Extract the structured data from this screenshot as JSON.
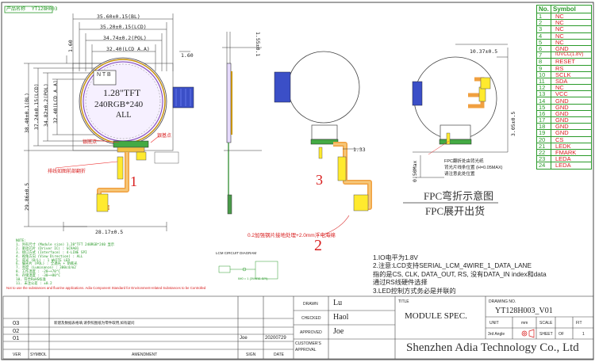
{
  "header": {
    "tag_left": "产品名称",
    "tag_right": "YT128H003"
  },
  "front_view": {
    "dim_top_1": "35.60±0.15(BL)",
    "dim_top_2": "35.20±0.15(LCD)",
    "dim_top_3": "34.74±0.2(POL)",
    "dim_top_4": "32.40(LCD A.A)",
    "dim_left_1": "38.40±0.1(BL)",
    "dim_left_2": "37.24±0.15(LCD)",
    "dim_left_3": "34.82±0.2(POL)",
    "dim_left_4": "32.40(LCD A.A)",
    "dim_160_a": "1.60",
    "dim_160_b": "1.60",
    "center_1": "1.28\"TFT",
    "center_2": "240RGB*240",
    "center_3": "ALL",
    "label_ntb": "N T B",
    "label_bent": "银底点",
    "label_pin1": "银基点",
    "label_fpc_note": "排线如图前部翻折",
    "dim_fpc_len": "29.86±0.5",
    "dim_fpc_width": "28.17±0.5",
    "marker": "1"
  },
  "side_view": {
    "dim_top": "1.55±0.1",
    "dim_133": "1.33",
    "marker": "3"
  },
  "right_view": {
    "dim_top": "10.37±0.5",
    "dim_side": "3.05±0.5",
    "dim_bottom": "0.50Max",
    "note_1": "FPC翻折处由背光纸",
    "note_2": "背光片线条位置 (H=0.05MAX)",
    "note_3": "请注意此处位置"
  },
  "bend_title": "FPC弯折示意图",
  "bend_subtitle": "FPC展开出货",
  "stiffener_note": "0.2加强钢片接地处理+2.0mm浮电海绵",
  "marker_2": "2",
  "lcm_circuit": {
    "title": "LCM CIRCUIT DIAGRAM",
    "line": "IM0 = 1 (3WIRE SPI)"
  },
  "notes_left": [
    "NOTE:",
    "1. 外形尺寸 (Module size) 1.28\"TFT 240RGB*240 显示",
    "2. 驱动芯片 (Driver IC) : GC9A01",
    "3. 接口方式 (Interface) : 4-LINE SPI",
    "4. 视角方向 (View Direction) : ALL",
    "5. 背光 (B/L) : 1 WHITE LED",
    "6. 偏光片 (POL) : 全透光 + 防眩光",
    "7. 亮度 (Luminance) : 300cd/m2",
    "8. 工作温度 : -20~+70°C",
    "9. 存储温度 : -30~+80°C",
    "10. 符合RoHS标准",
    "11. 未注公差 : ±0.2"
  ],
  "note_red": "Not to use the substances and fluorine applications. Adia Component Standard for Environment-related Substances to be Controlled",
  "notes_right": [
    "1.IO电平为1.8V",
    "2.注意:LCD支持SERIAL_LCM_4WIRE_1_DATA_LANE",
    "指的是CS, CLK, DATA_OUT, RS, 没有DATA_IN index和data",
    "通过RS线硬件选择",
    "3.LED控制方式务必是并联的"
  ],
  "pin_table": {
    "header_no": "No.",
    "header_symbol": "Symbol",
    "pins": [
      {
        "no": "1",
        "sym": "NC"
      },
      {
        "no": "2",
        "sym": "NC"
      },
      {
        "no": "3",
        "sym": "NC"
      },
      {
        "no": "4",
        "sym": "NC"
      },
      {
        "no": "5",
        "sym": "NC"
      },
      {
        "no": "6",
        "sym": "GND"
      },
      {
        "no": "7",
        "sym": "IOVCC(1.8V)"
      },
      {
        "no": "8",
        "sym": "RESET"
      },
      {
        "no": "9",
        "sym": "RS"
      },
      {
        "no": "10",
        "sym": "SCLK"
      },
      {
        "no": "11",
        "sym": "SDA"
      },
      {
        "no": "12",
        "sym": "NC"
      },
      {
        "no": "13",
        "sym": "VCC"
      },
      {
        "no": "14",
        "sym": "GND"
      },
      {
        "no": "15",
        "sym": "GND"
      },
      {
        "no": "16",
        "sym": "GND"
      },
      {
        "no": "17",
        "sym": "GND"
      },
      {
        "no": "18",
        "sym": "GND"
      },
      {
        "no": "19",
        "sym": "GND"
      },
      {
        "no": "20",
        "sym": "CS"
      },
      {
        "no": "21",
        "sym": "LEDK"
      },
      {
        "no": "22",
        "sym": "FMARK"
      },
      {
        "no": "23",
        "sym": "LEDA"
      },
      {
        "no": "24",
        "sym": "LEDA"
      }
    ]
  },
  "revision_block": {
    "rows": [
      "03",
      "02",
      "01"
    ],
    "row01_sign": "Joe",
    "row01_date": "20200729",
    "amend_text": "新建及数据表格填,请参照图纸为零件取用,如有疑问",
    "col_ver": "VER",
    "col_symbol": "SYMBOL",
    "col_amendment": "AMENDMENT",
    "col_sign": "SIGN",
    "col_date": "DATE"
  },
  "title_block": {
    "drawn_label": "DRAWN",
    "drawn_name": "Lu",
    "checked_label": "CHECKED",
    "checked_name": "Haol",
    "approved_label": "APPROVED",
    "approved_name": "Joe",
    "customer_label": "CUSTOMER'S",
    "approval_label": "APPROVAL",
    "title_label": "TITLE",
    "title_value": "MODULE SPEC.",
    "drawing_no_label": "DRAWING NO.",
    "drawing_no_value": "YT128H003_V01",
    "unit_label": "UNIT",
    "unit_value": "mm",
    "scale_label": "SCALE",
    "scale_value": "FIT",
    "angle_label": "3rd Angle",
    "sheet_label": "SHEET",
    "sheet_value": "OF",
    "sheet_num": "1",
    "company": "Shenzhen Adia Technology Co., Ltd"
  }
}
